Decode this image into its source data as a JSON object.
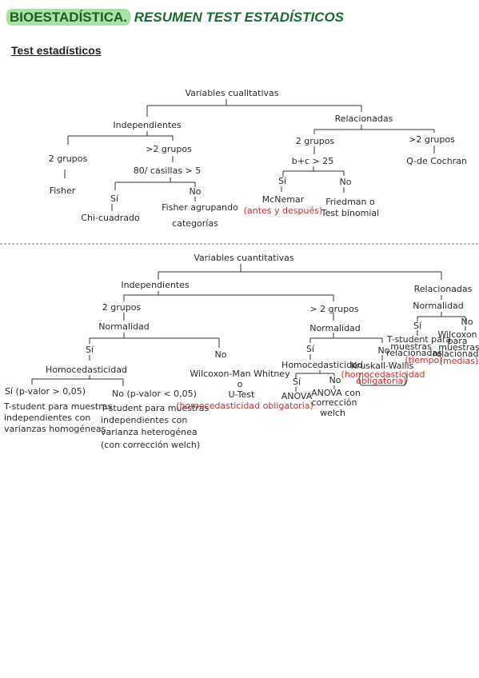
{
  "header": {
    "title_highlight": "BIOESTADÍSTICA.",
    "title_rest": " RESUMEN TEST ESTADÍSTICOS"
  },
  "section_title": "Test estadísticos",
  "qual": {
    "root": "Variables cualitativas",
    "indep": "Independientes",
    "rel": "Relacionadas",
    "two_groups": "2 grupos",
    "fisher": "Fisher",
    "gt2_groups": ">2 grupos",
    "condition": "80/ casillas > 5",
    "yes": "Sí",
    "no": "No",
    "chi": "Chi-cuadrado",
    "fisher_group_1": "Fisher agrupando",
    "fisher_group_2": "categorías",
    "rel_two": "2 grupos",
    "rel_gt2": ">2 grupos",
    "btc": "b+c > 25",
    "cochran": "Q-de Cochran",
    "rel_yes": "Sí",
    "rel_no": "No",
    "mcnemar": "McNemar",
    "mcnemar_note": "(antes y después)",
    "friedman_1": "Friedman o",
    "friedman_2": "Test binomial"
  },
  "quant": {
    "root": "Variables cuantitativas",
    "indep": "Independientes",
    "rel": "Relacionadas",
    "rel_norm": "Normalidad",
    "rel_yes": "Sí",
    "rel_no": "No",
    "rel_t_1": "T-student para",
    "rel_t_2": "muestras",
    "rel_t_3": "relacionadas",
    "rel_t_note": "(tiempo)",
    "wil_1": "Wilcoxon",
    "wil_2": "para",
    "wil_3": "muestras",
    "wil_4": "relacionadas",
    "wil_note": "(medias)",
    "two": "2 grupos",
    "norm": "Normalidad",
    "yes": "Sí",
    "no": "No",
    "homo": "Homocedasticidad",
    "homo_yes": "Sí (p-valor > 0,05)",
    "homo_no": "No (p-valor < 0,05)",
    "t_eq_1": "T-student para muestras",
    "t_eq_2": "independientes con",
    "t_eq_3": "varianzas homogéneas",
    "t_ne_1": "T-student para muestras",
    "t_ne_2": "independientes con",
    "t_ne_3": "varianza heterogénea",
    "t_ne_4": "(con corrección welch)",
    "wmw_1": "Wilcoxon-Man Whitney",
    "wmw_2": "o",
    "wmw_3": "U-Test",
    "wmw_note": "(homocedasticidad obligatoria)",
    "gt2": "> 2 grupos",
    "gt2_norm": "Normalidad",
    "gt2_yes": "Sí",
    "gt2_no": "No",
    "gt2_homo": "Homocedasticidad",
    "gt2_homo_yes": "Sí",
    "gt2_homo_no": "No",
    "anova": "ANOVA",
    "anova_w_1": "ANOVA con",
    "anova_w_2": "corrección",
    "anova_w_3": "welch",
    "kruskal": "Kruskall-Wallis",
    "kruskal_note_1": "(homocedasticidad",
    "kruskal_note_2": "obligatoria)"
  }
}
